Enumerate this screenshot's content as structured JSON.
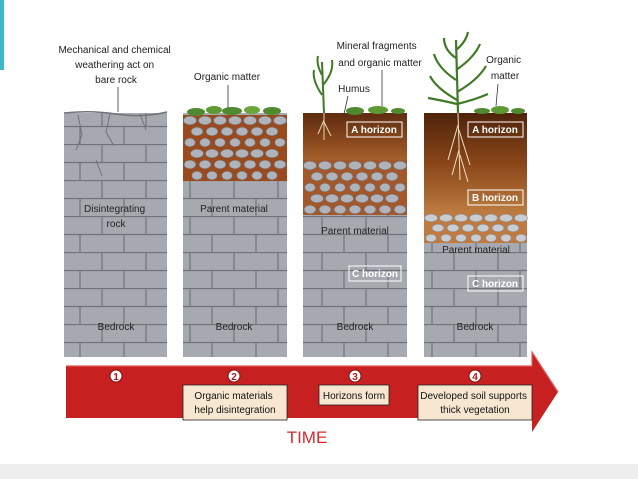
{
  "colors": {
    "rock": "#a6aab0",
    "rock_line": "#6f737a",
    "humus": "#6b3414",
    "organic": "#4f8a2e",
    "arrow": "#c62020",
    "accent": "#3fb8c9"
  },
  "stages": [
    {
      "number": "1",
      "top_label_lines": [
        "Mechanical and chemical",
        "weathering act on",
        "bare rock"
      ],
      "mid_label_lines": [
        "Disintegrating",
        "rock"
      ],
      "bedrock": "Bedrock"
    },
    {
      "number": "2",
      "top_label": "Organic matter",
      "mid_label": "Parent material",
      "bedrock": "Bedrock",
      "box_lines": [
        "Organic materials",
        "help disintegration"
      ]
    },
    {
      "number": "3",
      "top_label_lines": [
        "Mineral fragments",
        "and organic matter"
      ],
      "humus_label": "Humus",
      "a_horizon": "A horizon",
      "mid_label": "Parent material",
      "c_horizon": "C horizon",
      "bedrock": "Bedrock",
      "box_lines": [
        "Horizons form"
      ]
    },
    {
      "number": "4",
      "top_label_lines": [
        "Organic",
        "matter"
      ],
      "a_horizon": "A horizon",
      "b_horizon": "B horizon",
      "mid_label": "Parent material",
      "c_horizon": "C horizon",
      "bedrock": "Bedrock",
      "box_lines": [
        "Developed soil supports",
        "thick vegetation"
      ]
    }
  ],
  "time_label": "TIME"
}
